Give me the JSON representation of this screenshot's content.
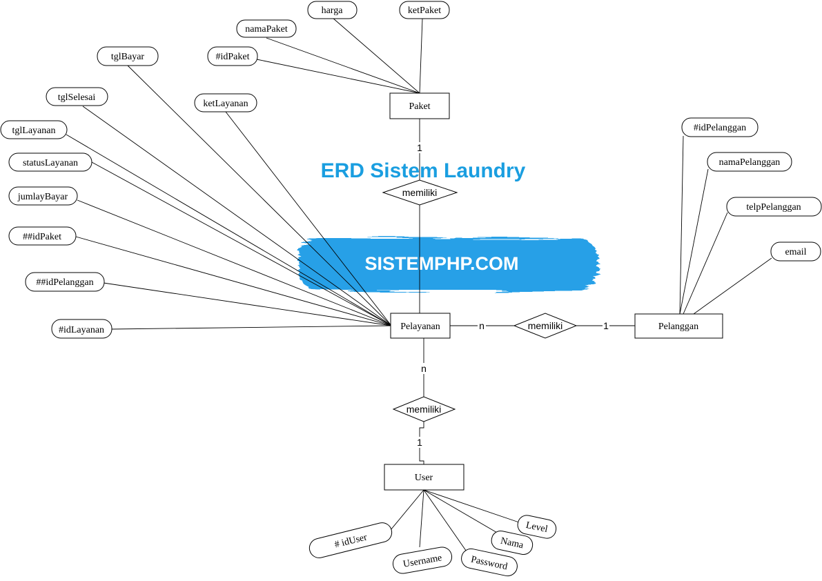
{
  "title": "ERD Sistem Laundry",
  "watermark": "SISTEMPHP.COM",
  "colors": {
    "title": "#1a9ee0",
    "watermark_brush": "#1e9be6",
    "watermark_text": "#ffffff"
  },
  "entities": {
    "paket": "Paket",
    "pelayanan": "Pelayanan",
    "pelanggan": "Pelanggan",
    "user": "User"
  },
  "relationships": {
    "paket_pelayanan": "memiliki",
    "pelayanan_pelanggan": "memiliki",
    "pelayanan_user": "memiliki"
  },
  "cardinalities": {
    "paket_side": "1",
    "pelayanan_pelanggan_side": "n",
    "pelanggan_side": "1",
    "pelayanan_user_side": "n",
    "user_side": "1"
  },
  "attributes": {
    "paket": [
      "harga",
      "ketPaket",
      "namaPaket",
      "#idPaket"
    ],
    "pelayanan": [
      "tglBayar",
      "tglSelesai",
      "ketLayanan",
      "tglLayanan",
      "statusLayanan",
      "jumlayBayar",
      "##idPaket",
      "##idPelanggan",
      "#idLayanan"
    ],
    "pelanggan": [
      "#idPelanggan",
      "namaPelanggan",
      "telpPelanggan",
      "email"
    ],
    "user": [
      "# idUser",
      "Username",
      "Password",
      "Nama",
      "Level"
    ]
  }
}
